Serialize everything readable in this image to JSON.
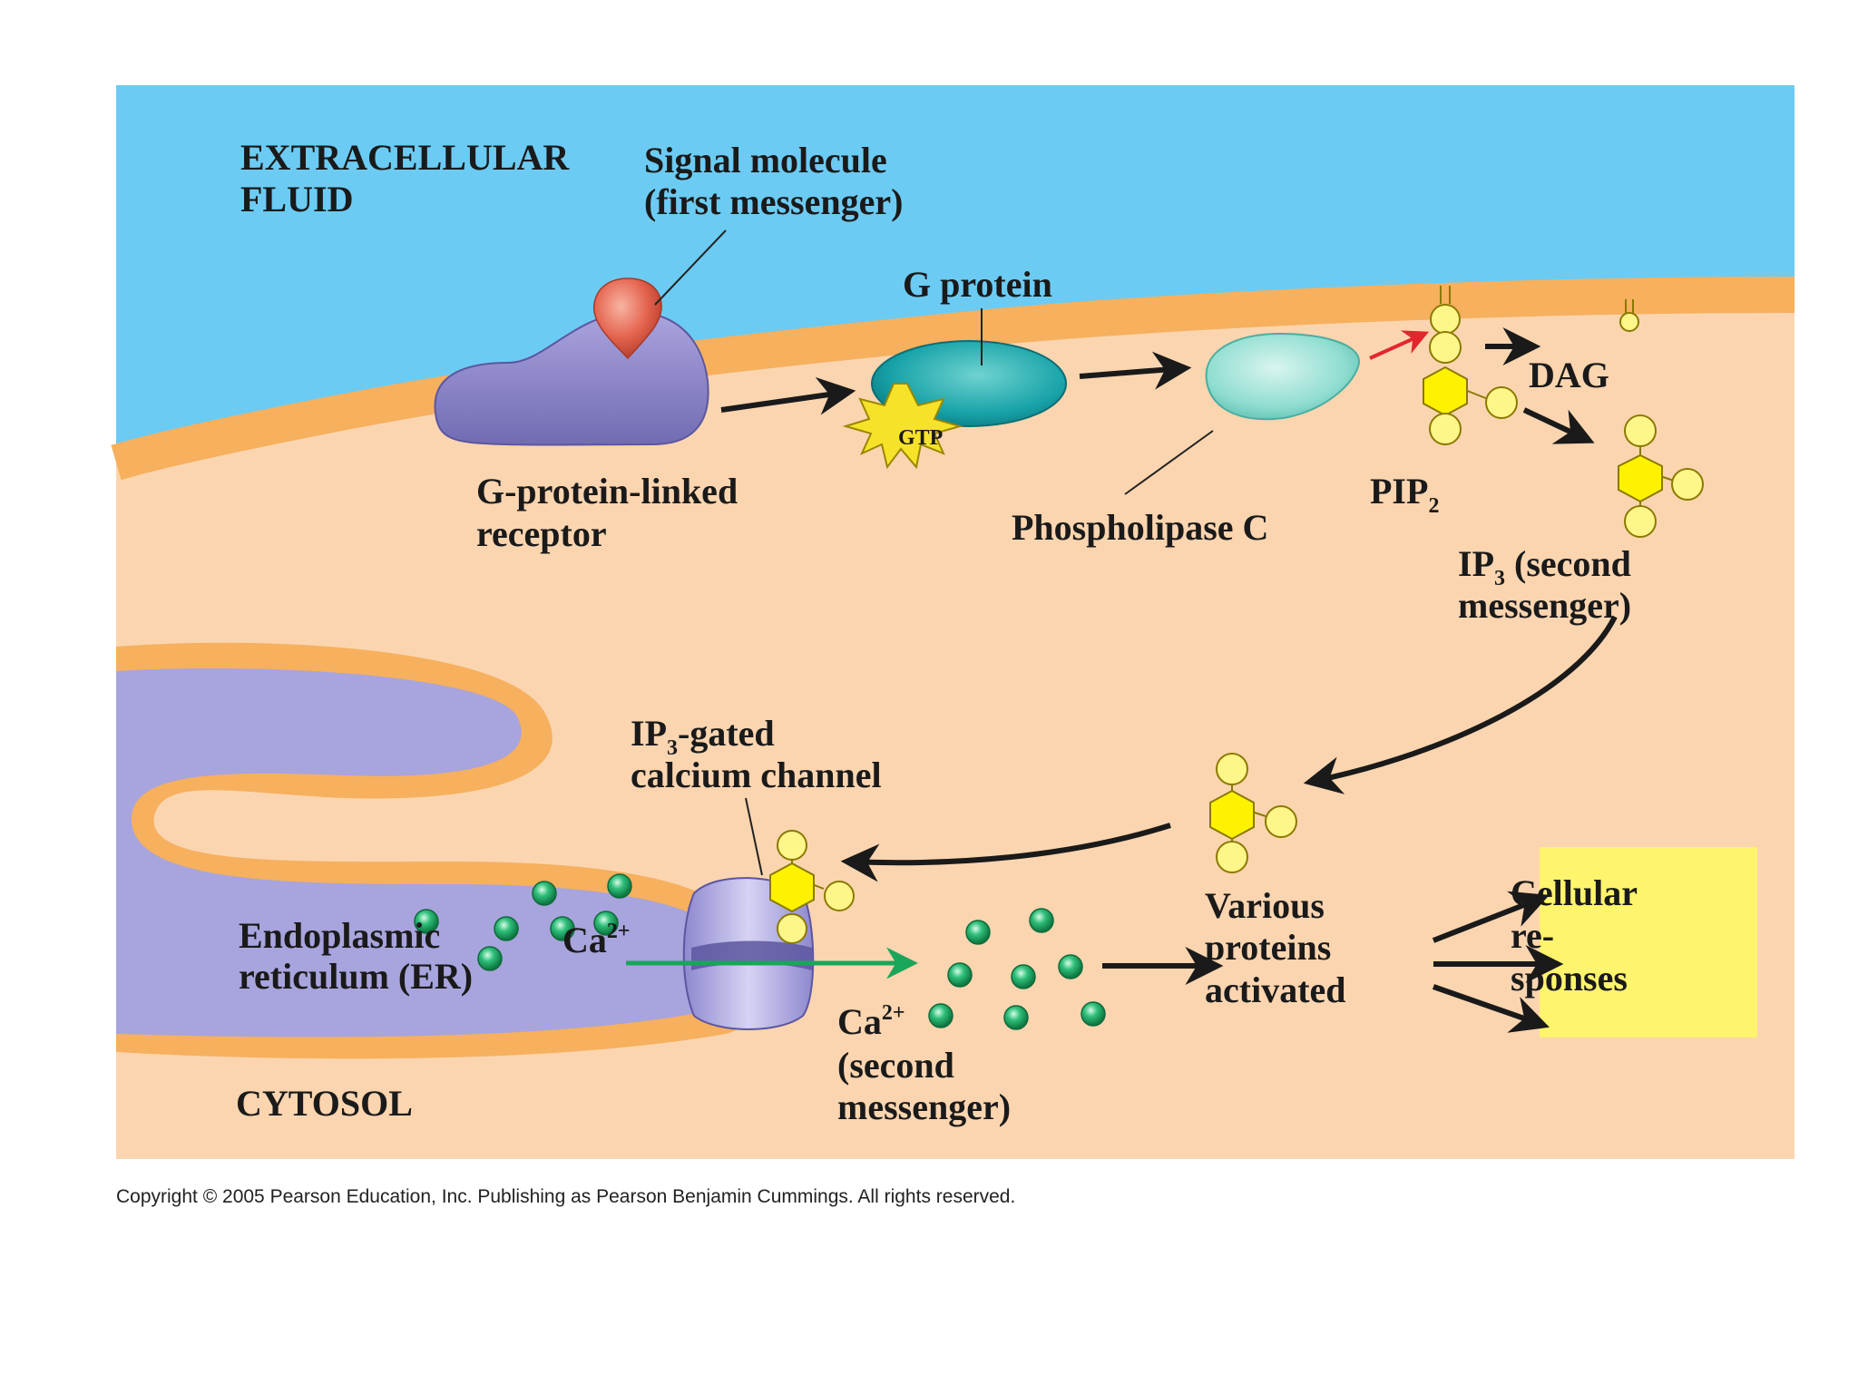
{
  "colors": {
    "extracellular": "#6ccbf3",
    "cytosol": "#fbd5b0",
    "membrane": "#f6b05e",
    "receptor": "#8c86c8",
    "signal_molecule": "#e4644f",
    "g_protein": "#17a2a8",
    "gtp_star": "#f7e22a",
    "phospholipase_c": "#8fddd0",
    "messenger_hex": "#fff200",
    "er_lumen": "#a8a4dd",
    "calcium_ion": "#2fbf7a",
    "responses_box": "#fef46d",
    "ca_arrow": "#1aa65a",
    "pip2_arrow": "#e3262d"
  },
  "labels": {
    "extracellular_line1": "EXTRACELLULAR",
    "extracellular_line2": "FLUID",
    "signal_line1": "Signal molecule",
    "signal_line2": "(first messenger)",
    "g_protein": "G protein",
    "gtp": "GTP",
    "receptor_line1": "G-protein-linked",
    "receptor_line2": "receptor",
    "phospholipase": "Phospholipase C",
    "pip2": "PIP",
    "pip2_sub": "2",
    "dag": "DAG",
    "ip3_line1_a": "IP",
    "ip3_line1_sub": "3",
    "ip3_line1_b": " (second",
    "ip3_line2": "messenger)",
    "channel_line1_a": "IP",
    "channel_line1_sub": "3",
    "channel_line1_b": "-gated",
    "channel_line2": "calcium channel",
    "er_line1": "Endoplasmic",
    "er_line2": "reticulum (ER)",
    "ca_er": "Ca",
    "ca_er_sup": "2+",
    "ca_cyto": "Ca",
    "ca_cyto_sup": "2+",
    "ca_cyto_line2": "(second",
    "ca_cyto_line3": "messenger)",
    "proteins_line1": "Various",
    "proteins_line2": "proteins",
    "proteins_line3": "activated",
    "responses_line1": "Cellular",
    "responses_line2": "re-",
    "responses_line3": "sponses",
    "cytosol": "CYTOSOL"
  },
  "copyright": "Copyright © 2005 Pearson Education, Inc. Publishing as Pearson Benjamin Cummings. All rights reserved."
}
